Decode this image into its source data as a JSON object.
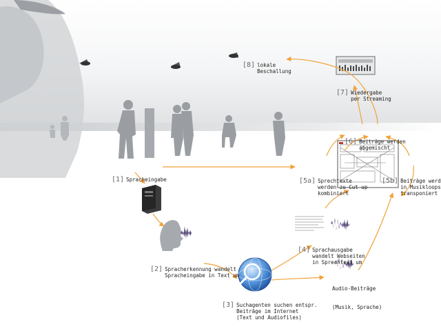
{
  "steps": [
    {
      "num": "[1]",
      "lines": [
        "Spracheingabe"
      ]
    },
    {
      "num": "[2]",
      "lines": [
        "Spracherkennung wandelt",
        "Spracheingabe in Text um"
      ]
    },
    {
      "num": "[3]",
      "lines": [
        "Suchagenten suchen entspr.",
        "Beiträge im Internet",
        "(Text und Audiofiles)"
      ]
    },
    {
      "num": "[4]",
      "lines": [
        "Sprachausgabe",
        "wandelt Webseiten",
        "in Sprechtext um"
      ]
    },
    {
      "num": "",
      "lines": [
        "Audio-Beiträge",
        "(Musik, Sprache)"
      ]
    },
    {
      "num": "[5a]",
      "lines": [
        "Sprechtexte",
        "werden zu Cut up",
        "kombiniert"
      ]
    },
    {
      "num": "[5b]",
      "lines": [
        "Beiträge werden",
        "in Musikloops",
        "transponiert"
      ]
    },
    {
      "num": "[6]",
      "lines": [
        "Beiträge werden",
        "abgemischt"
      ]
    },
    {
      "num": "[7]",
      "lines": [
        "Wiedergabe",
        "per Streaming"
      ]
    },
    {
      "num": "[8]",
      "lines": [
        "lokale",
        "Beschallung"
      ]
    }
  ],
  "colors": {
    "arrow": "#f0a23a",
    "silhouette": "#9a9ea3",
    "silhouette_dark": "#7d8186",
    "background_band": "#d8dadc",
    "number": "#666666",
    "text": "#222222"
  },
  "icons": [
    "speaker-icon",
    "server-tower-icon",
    "head-profile-icon",
    "waveform-icon",
    "globe-search-icon",
    "screen-thumbnail-icon",
    "webpage-thumbnail-icon"
  ]
}
